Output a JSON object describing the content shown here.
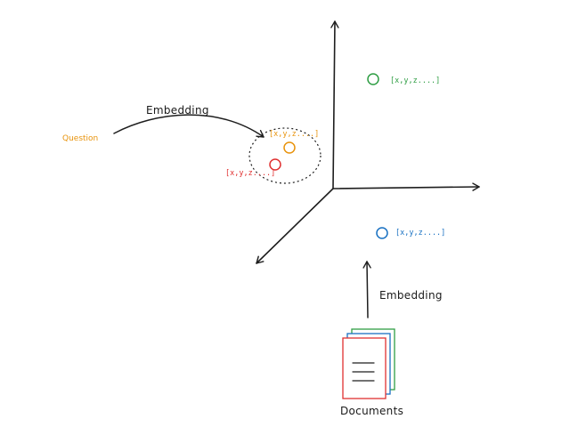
{
  "labels": {
    "question": "Question",
    "embedding_top": "Embedding",
    "embedding_bottom": "Embedding",
    "documents": "Documents"
  },
  "vectors": {
    "question": "[x,y,z....]",
    "red": "[x,y,z....]",
    "green": "[x,y,z....]",
    "blue": "[x,y,z....]"
  },
  "colors": {
    "question": "#e8930c",
    "red": "#e03131",
    "green": "#2f9e44",
    "blue": "#1971c2",
    "ink": "#1e1e1e"
  },
  "icons": {
    "documents": "document-stack-icon"
  }
}
